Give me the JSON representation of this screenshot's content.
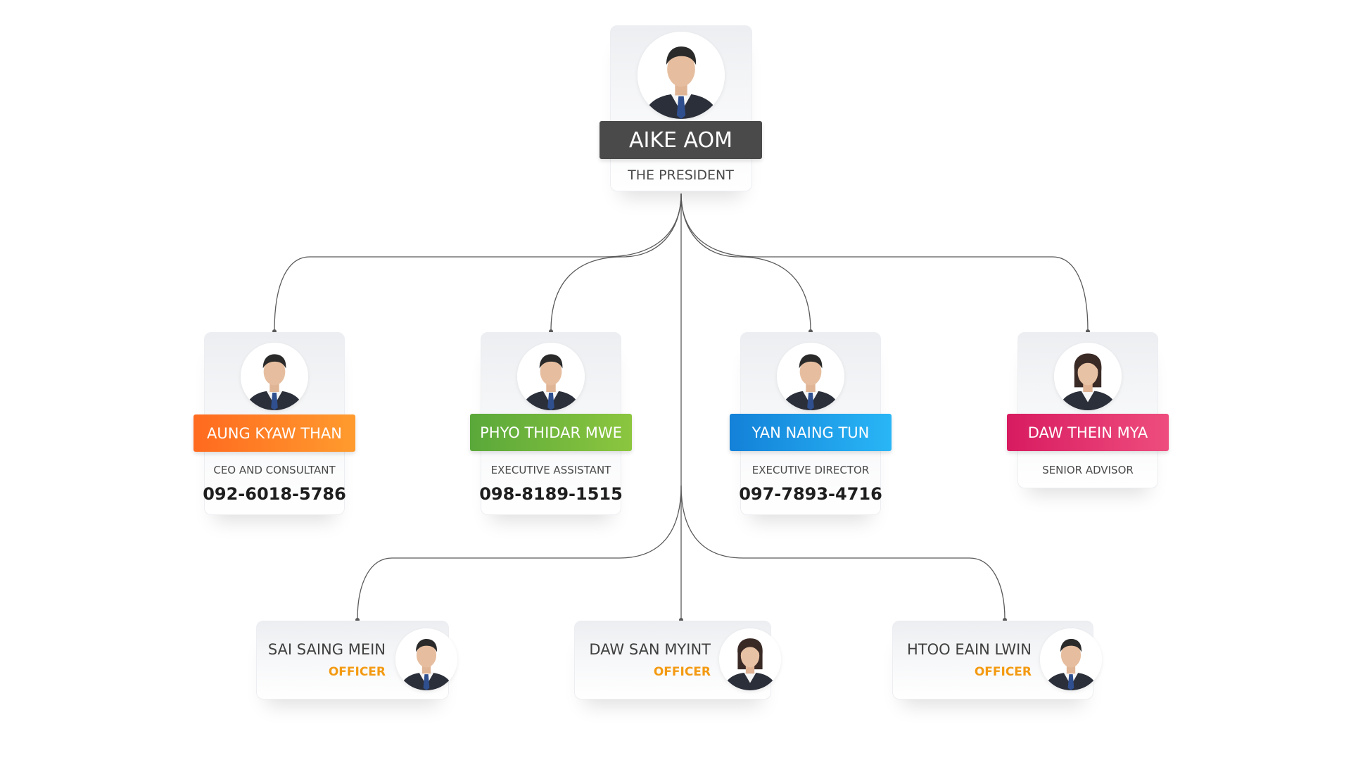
{
  "president": {
    "name": "AIKE AOM",
    "title": "THE PRESIDENT",
    "banner_color": "#4a4a4a"
  },
  "executives": [
    {
      "name": "AUNG KYAW THAN",
      "title": "CEO AND CONSULTANT",
      "phone": "092-6018-5786",
      "color_start": "#ff6a1f",
      "color_end": "#ff9b2e"
    },
    {
      "name": "PHYO THIDAR MWE",
      "title": "EXECUTIVE ASSISTANT",
      "phone": "098-8189-1515",
      "color_start": "#5aa83a",
      "color_end": "#8cc63f"
    },
    {
      "name": "YAN NAING TUN",
      "title": "EXECUTIVE DIRECTOR",
      "phone": "097-7893-4716",
      "color_start": "#1381d8",
      "color_end": "#29b6f6"
    },
    {
      "name": "DAW THEIN MYA",
      "title": "SENIOR ADVISOR",
      "phone": "",
      "color_start": "#d81b60",
      "color_end": "#ee4d7e"
    }
  ],
  "officers": [
    {
      "name": "SAI SAING MEIN",
      "title": "OFFICER"
    },
    {
      "name": "DAW SAN MYINT",
      "title": "OFFICER"
    },
    {
      "name": "HTOO EAIN LWIN",
      "title": "OFFICER"
    }
  ],
  "colors": {
    "connector": "#5a5a5a",
    "officer_title": "#f39a12"
  },
  "icons": {
    "president_photo": "man-portrait-icon",
    "executive_photos": [
      "man-portrait-icon",
      "man-portrait-icon",
      "man-portrait-icon",
      "woman-portrait-icon"
    ],
    "officer_photos": [
      "man-portrait-icon",
      "woman-portrait-icon",
      "man-portrait-icon"
    ]
  }
}
